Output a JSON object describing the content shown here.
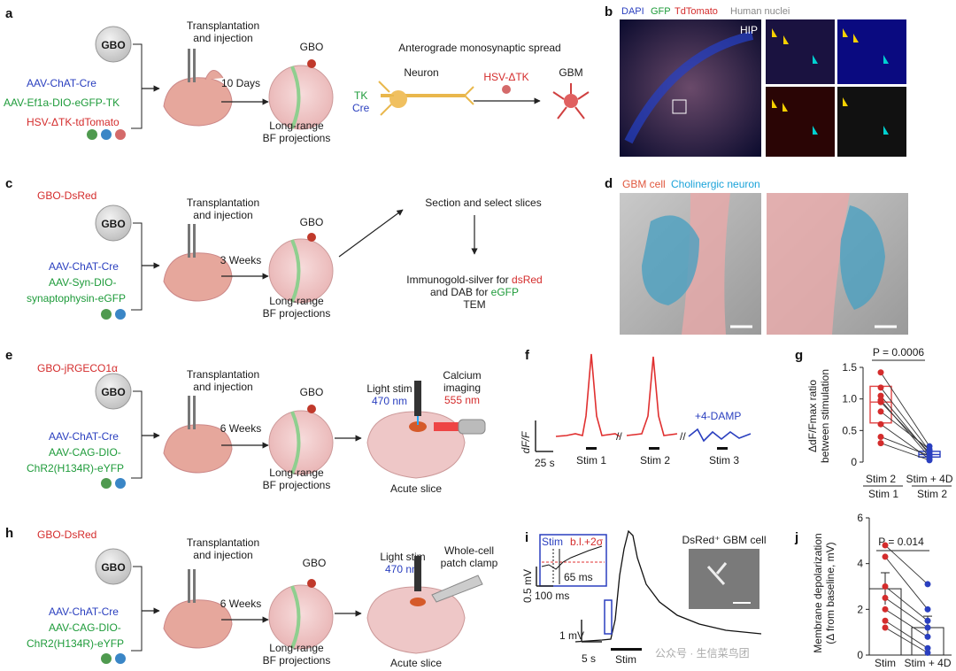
{
  "watermark": "公众号 · 生信菜鸟团",
  "panel_a": {
    "label": "a",
    "gbo": "GBO",
    "vectors": [
      "AAV-ChAT-Cre",
      "AAV-Ef1a-DIO-eGFP-TK",
      "HSV-ΔTK-tdTomato"
    ],
    "step1": [
      "Transplantation",
      "and injection"
    ],
    "days": "10 Days",
    "gbo_brain": "GBO",
    "projections": [
      "Long-range",
      "BF projections"
    ],
    "spread_title": "Anterograde monosynaptic spread",
    "neuron": "Neuron",
    "tk": "TK",
    "cre": "Cre",
    "hsv": "HSV-ΔTK",
    "gbm": "GBM"
  },
  "panel_b": {
    "label": "b",
    "legend": [
      "DAPI",
      "GFP",
      "TdTomato",
      "Human nuclei"
    ],
    "hip": "HIP"
  },
  "panel_c": {
    "label": "c",
    "gbo_label": "GBO-DsRed",
    "gbo": "GBO",
    "vectors": [
      "AAV-ChAT-Cre",
      "AAV-Syn-DIO-",
      "synaptophysin-eGFP"
    ],
    "step1": [
      "Transplantation",
      "and injection"
    ],
    "weeks": "3 Weeks",
    "gbo_brain": "GBO",
    "projections": [
      "Long-range",
      "BF projections"
    ],
    "section": "Section and select slices",
    "immuno_prefix": "Immunogold-silver for ",
    "immuno_red": "dsRed",
    "dab_prefix": "and DAB for ",
    "dab_green": "eGFP",
    "tem": "TEM"
  },
  "panel_d": {
    "label": "d",
    "legend": [
      "GBM cell",
      "Cholinergic neuron"
    ]
  },
  "panel_e": {
    "label": "e",
    "gbo_label": "GBO-jRGECO1α",
    "gbo": "GBO",
    "vectors": [
      "AAV-ChAT-Cre",
      "AAV-CAG-DIO-",
      "ChR2(H134R)-eYFP"
    ],
    "step1": [
      "Transplantation",
      "and injection"
    ],
    "weeks": "6 Weeks",
    "gbo_brain": "GBO",
    "projections": [
      "Long-range",
      "BF projections"
    ],
    "light": "Light stim",
    "light_nm": "470 nm",
    "calcium": [
      "Calcium",
      "imaging"
    ],
    "calcium_nm": "555 nm",
    "slice": "Acute slice"
  },
  "panel_f": {
    "label": "f",
    "ylabel": "dF/F",
    "scale": "25 s",
    "stims": [
      "Stim 1",
      "Stim 2",
      "Stim 3"
    ],
    "damp": "+4-DAMP"
  },
  "panel_g": {
    "label": "g",
    "pval": "P = 0.0006",
    "ylabel": [
      "ΔdF/Fmax ratio",
      "between stimulation"
    ],
    "xcats": [
      "Stim 2",
      "Stim + 4D"
    ],
    "xgroups": [
      "Stim 1",
      "Stim 2"
    ],
    "yticks": [
      "0",
      "0.5",
      "1.0",
      "1.5"
    ]
  },
  "panel_h": {
    "label": "h",
    "gbo_label": "GBO-DsRed",
    "gbo": "GBO",
    "vectors": [
      "AAV-ChAT-Cre",
      "AAV-CAG-DIO-",
      "ChR2(H134R)-eYFP"
    ],
    "step1": [
      "Transplantation",
      "and injection"
    ],
    "weeks": "6 Weeks",
    "gbo_brain": "GBO",
    "projections": [
      "Long-range",
      "BF projections"
    ],
    "light": "Light stim",
    "light_nm": "470 nm",
    "patch": [
      "Whole-cell",
      "patch clamp"
    ],
    "slice": "Acute slice"
  },
  "panel_i": {
    "label": "i",
    "inset_stim": "Stim",
    "inset_bl": "b.l.+2σ",
    "inset_ms": "65 ms",
    "inset_mv": "0.5 mV",
    "inset_time": "100 ms",
    "mv": "1 mV",
    "sec": "5 s",
    "stim": "Stim",
    "cell_label": "DsRed⁺ GBM cell"
  },
  "panel_j": {
    "label": "j",
    "pval": "P = 0.014",
    "ylabel": [
      "Membrane depolarization",
      "(Δ from baseline, mV)"
    ],
    "xcats": [
      "Stim",
      "Stim + 4D"
    ],
    "yticks": [
      "0",
      "2",
      "4",
      "6"
    ]
  },
  "chart_data": [
    {
      "type": "scatter",
      "panel": "g",
      "ylabel": "ΔdF/Fmax ratio between stimulation",
      "categories": [
        "Stim 2 / Stim 1",
        "Stim + 4D / Stim 2"
      ],
      "ylim": [
        0,
        1.5
      ],
      "paired": true,
      "series": [
        {
          "values": [
            1.42,
            0.25
          ]
        },
        {
          "values": [
            1.18,
            0.18
          ]
        },
        {
          "values": [
            1.05,
            0.12
          ]
        },
        {
          "values": [
            0.98,
            0.08
          ]
        },
        {
          "values": [
            0.95,
            0.15
          ]
        },
        {
          "values": [
            0.8,
            0.2
          ]
        },
        {
          "values": [
            0.6,
            0.05
          ]
        },
        {
          "values": [
            0.4,
            0.1
          ]
        },
        {
          "values": [
            0.3,
            0.03
          ]
        }
      ],
      "box": [
        {
          "q1": 0.62,
          "median": 0.95,
          "q3": 1.2
        },
        {
          "q1": 0.08,
          "median": 0.12,
          "q3": 0.17
        }
      ]
    },
    {
      "type": "bar",
      "panel": "j",
      "ylabel": "Membrane depolarization (Δ from baseline, mV)",
      "categories": [
        "Stim",
        "Stim + 4D"
      ],
      "ylim": [
        0,
        6
      ],
      "bar_values": [
        2.9,
        1.2
      ],
      "errors": [
        0.7,
        0.5
      ],
      "paired": true,
      "series": [
        {
          "values": [
            4.8,
            3.1
          ]
        },
        {
          "values": [
            4.3,
            2.0
          ]
        },
        {
          "values": [
            3.0,
            1.5
          ]
        },
        {
          "values": [
            2.5,
            1.2
          ]
        },
        {
          "values": [
            2.0,
            0.8
          ]
        },
        {
          "values": [
            1.5,
            0.3
          ]
        },
        {
          "values": [
            1.2,
            0.1
          ]
        }
      ]
    }
  ]
}
